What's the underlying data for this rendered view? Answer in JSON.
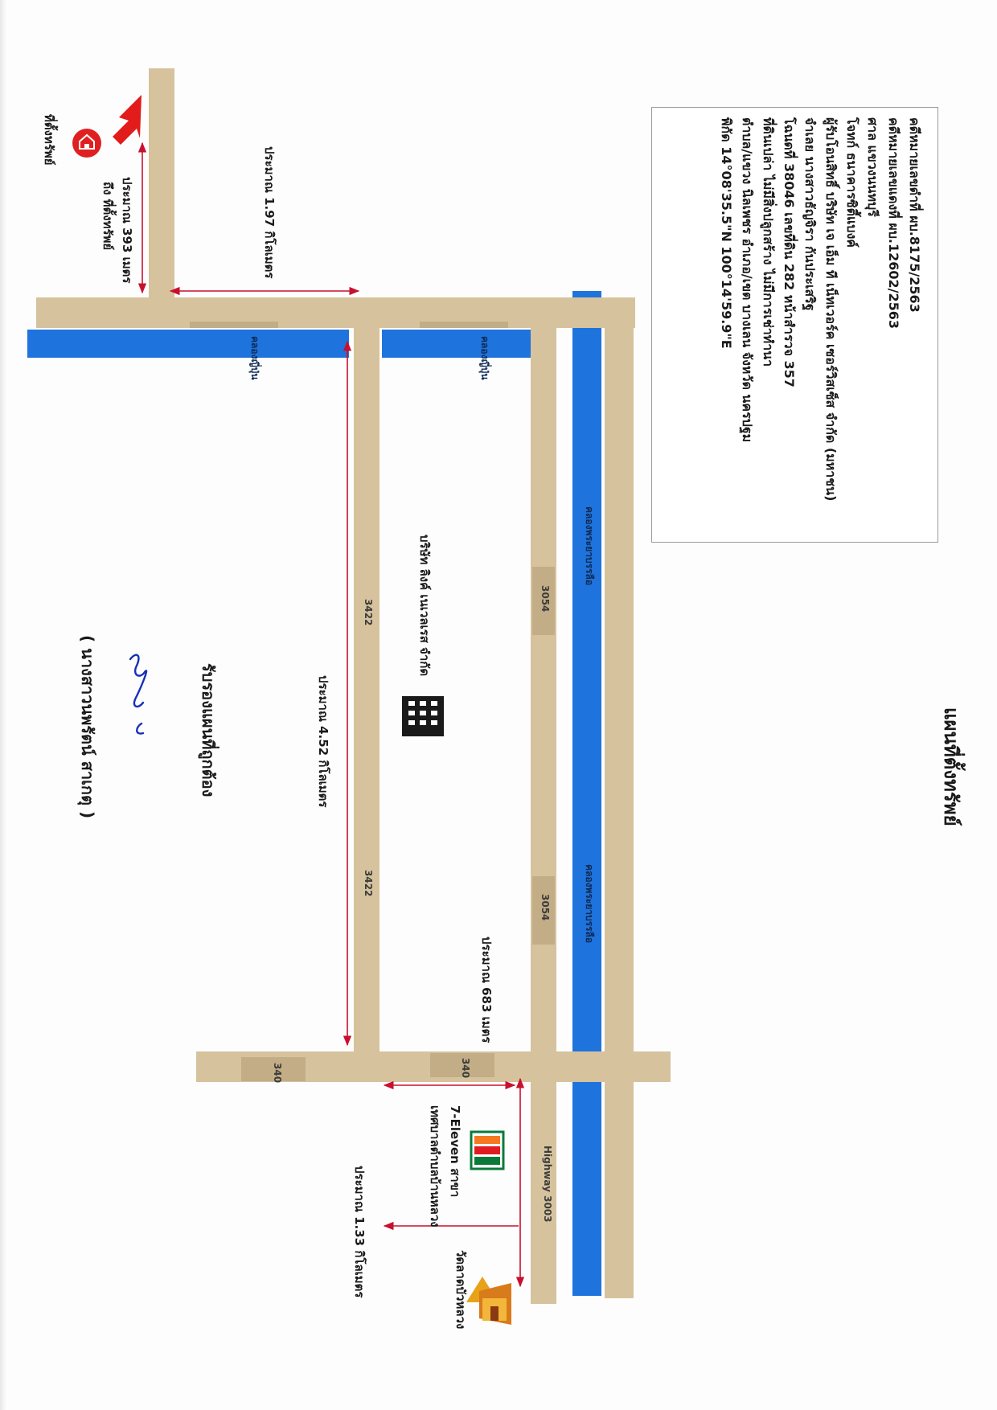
{
  "title": "แผนที่ตั้งทรัพย์",
  "case_info": {
    "black_case": "คดีหมายเลขดำที่ ผบ.8175/2563",
    "red_case": "คดีหมายเลขแดงที่ ผบ.12602/2563",
    "court": "ศาล แขวงนนทบุรี",
    "plaintiff": "โจทก์ ธนาคารซิตี้แบงค์",
    "assignee": "ผู้รับโอนสิทธิ์ บริษัท เจ เอ็ม ที เน็ทเวอร์ค เซอร์วิสเซ็ส จำกัด (มหาชน)",
    "defendant": "จำเลย นางสาวธัญจิรา กันประเสริฐ",
    "deed": "โฉนดที่ 38046 เลขที่ดิน 282 หน้าสำรวจ 357",
    "land_status": "ที่ดินเปล่า ไม่มีสิ่งปลูกสร้าง ไม่มีการเช่าทำนา",
    "location": "ตำบล/แขวง นิลเพชร อำเภอ/เขต บางเลน จังหวัด นครปฐม",
    "coordinates": "พิกัด 14°08'35.5\"N 100°14'59.9\"E"
  },
  "roads": {
    "klong_yipun_1": "คลองญี่ปุ่น",
    "klong_yipun_2": "คลองญี่ปุ่น",
    "canal_1": "คลองพระยาบรรลือ",
    "canal_2": "คลองพระยาบรรลือ",
    "route_3054_a": "3054",
    "route_3054_b": "3054",
    "route_3422_a": "3422",
    "route_3422_b": "3422",
    "route_340_a": "340",
    "route_340_b": "340",
    "highway_3003": "Highway 3003"
  },
  "distances": {
    "d_393": "ประมาณ 393 เมตร",
    "d_197": "ประมาณ 1.97 กิโลเมตร",
    "d_452": "ประมาณ 4.52 กิโลเมตร",
    "d_683": "ประมาณ 683 เมตร",
    "d_133": "ประมาณ 1.33 กิโลเมตร"
  },
  "places": {
    "property_main": "ที่ตั้งทรัพย์",
    "property_note": "ถึง ที่ตั้งทรัพย์",
    "company": "บริษัท ลิงค์ เนเวลเรส จำกัด",
    "seven_eleven_1": "7-Eleven สาขา",
    "seven_eleven_2": "เทศบาลตำบลบ้านหลวง",
    "temple": "วัดลาดบัวหลวง"
  },
  "certify": {
    "heading": "รับรองแผนที่ถูกต้อง",
    "signer": "( นางสาวนพรัตน์ สาเกตุ )"
  },
  "colors": {
    "road": "#d6c39d",
    "canal": "#1f73dc",
    "arrow": "#c8102e",
    "marker": "#e02020"
  },
  "icons": [
    "building-icon",
    "seven-eleven-icon",
    "temple-icon",
    "house-marker-icon",
    "red-arrow-icon",
    "signature-icon"
  ]
}
